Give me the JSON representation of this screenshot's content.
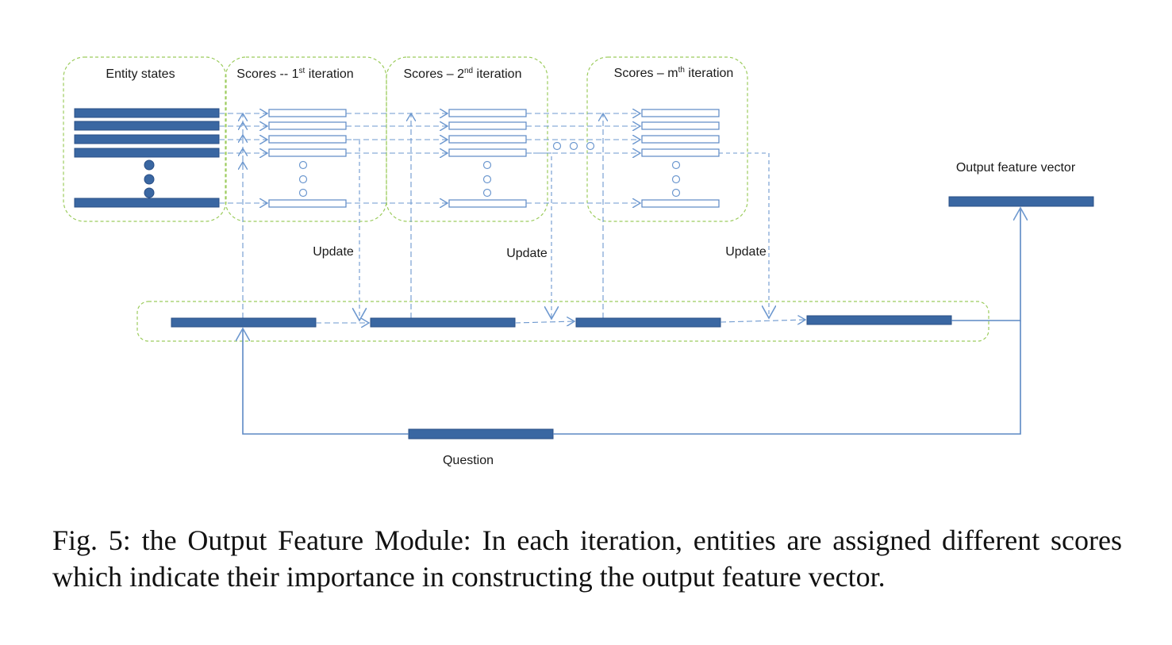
{
  "diagram": {
    "entity_states": "Entity states",
    "scores_1": {
      "prefix": "Scores -- 1",
      "sup": "st",
      "suffix": " iteration"
    },
    "scores_2": {
      "prefix": "Scores – 2",
      "sup": "nd",
      "suffix": " iteration"
    },
    "scores_m": {
      "prefix": "Scores – m",
      "sup": "th",
      "suffix": " iteration"
    },
    "update_1": "Update",
    "update_2": "Update",
    "update_3": "Update",
    "output_feature_vector": "Output feature vector",
    "question": "Question"
  },
  "colors": {
    "bar_fill": "#3a67a2",
    "bar_border": "#2a4f86",
    "arrow": "#6d98cf",
    "group_border": "#9ccc5d"
  },
  "caption": "Fig. 5: the Output Feature Module: In each iteration, entities are assigned different scores which indicate their importance in constructing the output feature vector."
}
